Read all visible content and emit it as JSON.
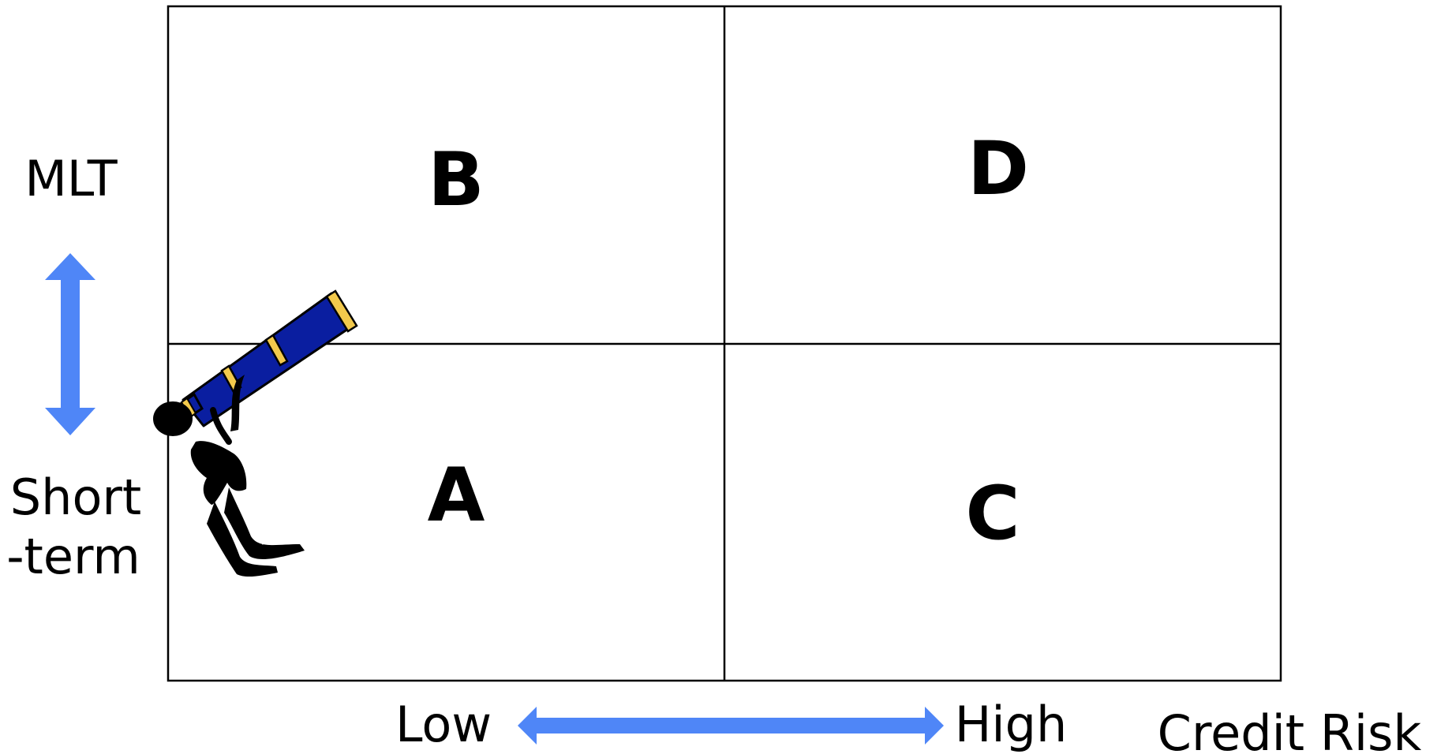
{
  "quadrants": {
    "top_left": "B",
    "top_right": "D",
    "bottom_left": "A",
    "bottom_right": "C"
  },
  "y_axis": {
    "top_label": "MLT",
    "bottom_label_line1": "Short",
    "bottom_label_line2": "-term"
  },
  "x_axis": {
    "low_label": "Low",
    "high_label": "High",
    "title": "Credit Risk"
  },
  "colors": {
    "arrow": "#4F86F7",
    "grid_line": "#000000",
    "telescope_body": "#0A1EA0",
    "telescope_bands": "#F2C94C"
  },
  "icons": {
    "observer": "person-with-telescope-icon"
  }
}
